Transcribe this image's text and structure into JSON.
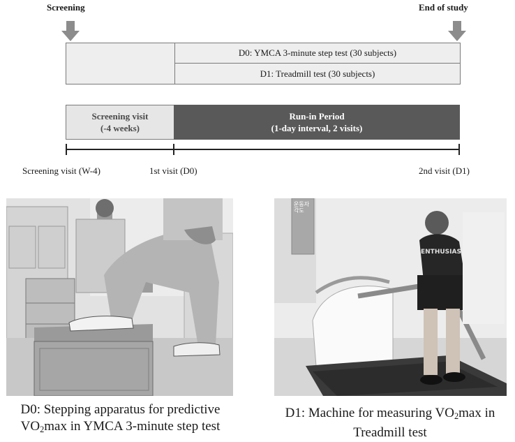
{
  "timeline": {
    "screening_label": "Screening",
    "end_label": "End of study",
    "top_rows": [
      "D0: YMCA 3-minute step test (30 subjects)",
      "D1: Treadmill test (30 subjects)"
    ],
    "screening_box": [
      "Screening visit",
      "(-4 weeks)"
    ],
    "runin_box": [
      "Run-in Period",
      "(1-day interval, 2 visits)"
    ],
    "visits": [
      "Screening visit (W-4)",
      "1st visit (D0)",
      "2nd visit (D1)"
    ]
  },
  "photos": {
    "left_caption": {
      "line1": "D0: Stepping apparatus for predictive",
      "line2_pre": "VO",
      "line2_sub": "2",
      "line2_post": "max in YMCA 3-minute step test"
    },
    "right_caption": {
      "line1_pre": "D1: Machine for measuring VO",
      "line1_sub": "2",
      "line1_post": "max in",
      "line2": "Treadmill test"
    },
    "right_sign": "운동자각도",
    "shirt_text": "ENTHUSIAS"
  },
  "colors": {
    "arrow": "#8c8c8c",
    "box_light": "#eeeeee",
    "box_dark": "#595959",
    "line": "#222222"
  }
}
